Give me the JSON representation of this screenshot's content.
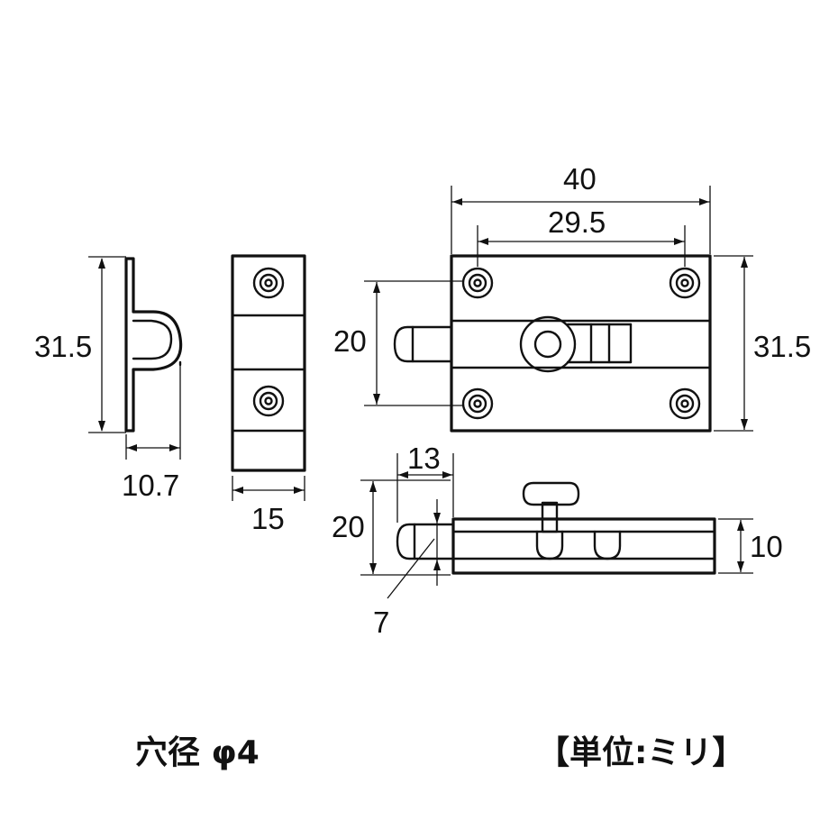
{
  "dimensions": {
    "catch_height": "31.5",
    "catch_depth": "10.7",
    "catch_width": "15",
    "bolt_total_width": "40",
    "bolt_hole_pitch": "29.5",
    "bolt_front_height": "20",
    "bolt_total_height": "31.5",
    "bolt_extension": "13",
    "bolt_side_height": "20",
    "bolt_depth": "10",
    "pin_diameter": "7"
  },
  "notes": {
    "hole_diameter": "穴径 φ4",
    "unit": "【単位:ミリ】"
  }
}
